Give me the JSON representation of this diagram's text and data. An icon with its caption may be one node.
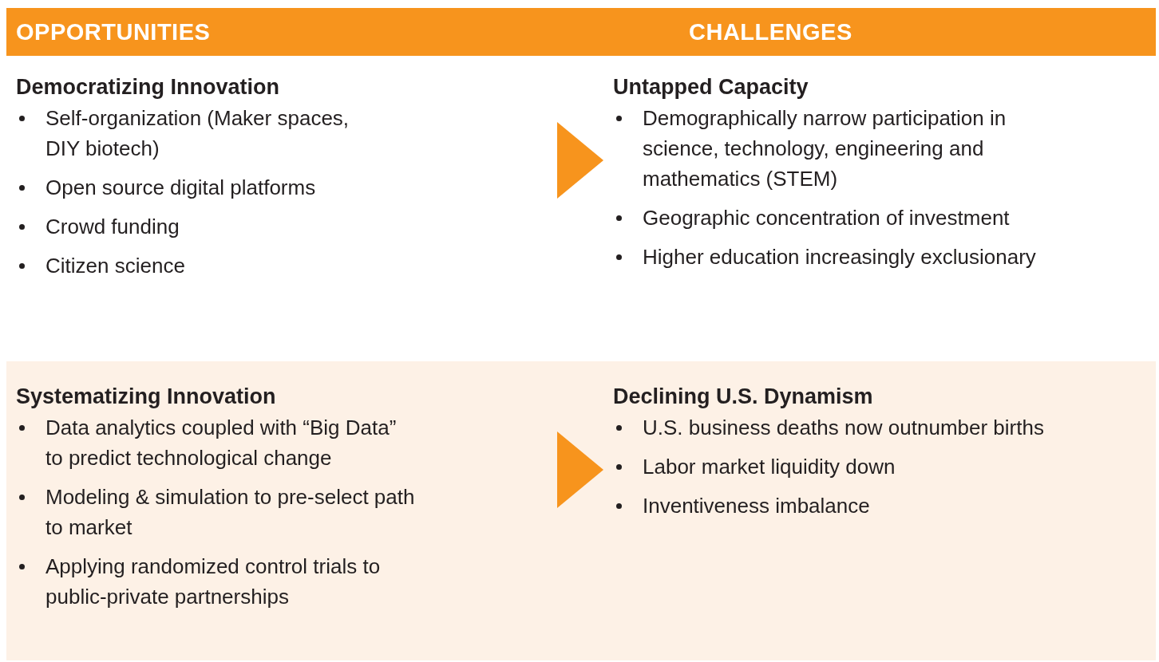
{
  "diagram": {
    "nodes": [
      {
        "text": [
          "OPPORTUNITIES",
          "CHALLENGES"
        ]
      },
      {
        "text": [
          "Democratizing Innovation",
          "Self-organization (Maker spaces, DIY biotech)",
          "Open source digital platforms",
          "Crowd funding",
          "Citizen science"
        ]
      },
      {
        "text": [
          "Untapped Capacity",
          "Demographically narrow participation in science, technology, engineering and mathematics (STEM)",
          "Geographic concentration of investment",
          "Higher education increasingly exclusionary"
        ]
      },
      {
        "text": [],
        "shape": "box"
      },
      {
        "text": [
          "Systematizing Innovation",
          "Data analytics coupled with “Big Data” to predict technological change",
          "Modeling & simulation to pre-select path to market",
          "Applying randomized control trials to public-private partnerships"
        ],
        "in": 3
      },
      {
        "text": [
          "Declining U.S. Dynamism",
          "U.S. business deaths now outnumber births",
          "Labor market liquidity down",
          "Inventiveness imbalance"
        ],
        "in": 3
      }
    ],
    "edges": [
      {
        "from": 1,
        "to": 2,
        "arrow": "to"
      },
      {
        "from": 4,
        "to": 5,
        "arrow": "to"
      }
    ]
  }
}
